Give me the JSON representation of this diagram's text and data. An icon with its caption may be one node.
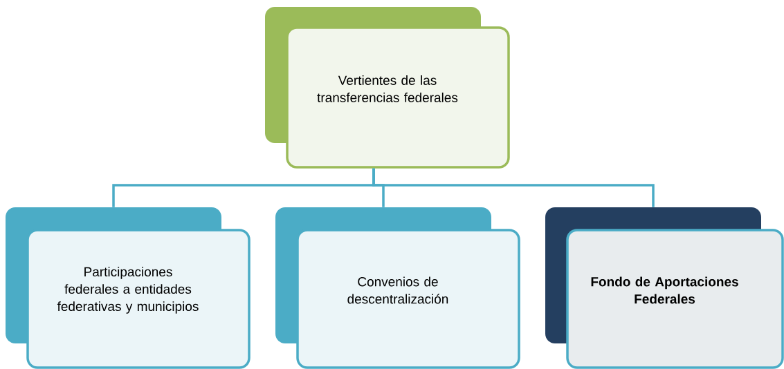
{
  "diagram": {
    "nodes": [
      {
        "text": [
          "Vertientes de las transferencias federales"
        ]
      },
      {
        "text": [
          "Participaciones federales a entidades federativas y municipios"
        ]
      },
      {
        "text": [
          "Convenios de descentralización"
        ]
      },
      {
        "text": [
          "Fondo de Aportaciones Federales"
        ]
      }
    ],
    "edges": [
      {
        "from": 0,
        "to": 1,
        "arrow": "none"
      },
      {
        "from": 0,
        "to": 2,
        "arrow": "none"
      },
      {
        "from": 0,
        "to": 3,
        "arrow": "none"
      }
    ]
  }
}
